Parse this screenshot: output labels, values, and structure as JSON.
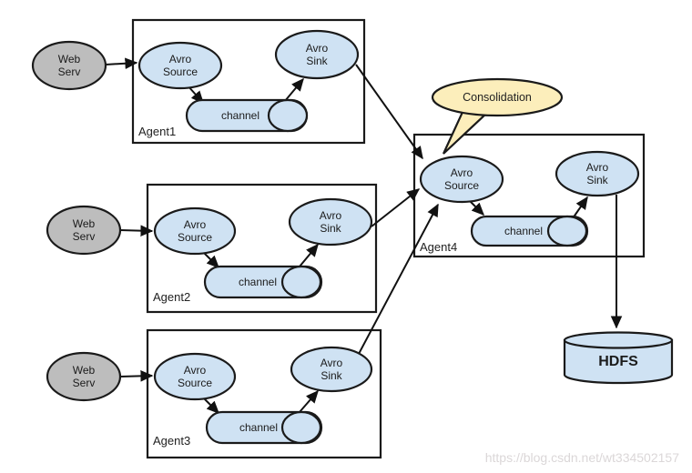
{
  "palette": {
    "node_fill": "#cfe2f3",
    "webserv_fill": "#bdbdbd",
    "callout_fill": "#fceebb",
    "watermark_color": "#dbd7d8"
  },
  "labels": {
    "web_serv": [
      "Web",
      "Serv"
    ],
    "avro_source": [
      "Avro",
      "Source"
    ],
    "avro_sink": [
      "Avro",
      "Sink"
    ],
    "channel": "channel",
    "consolidation": "Consolidation",
    "hdfs": "HDFS"
  },
  "agents": [
    {
      "name": "Agent1"
    },
    {
      "name": "Agent2"
    },
    {
      "name": "Agent3"
    },
    {
      "name": "Agent4"
    }
  ],
  "watermark": "https://blog.csdn.net/wt334502157"
}
